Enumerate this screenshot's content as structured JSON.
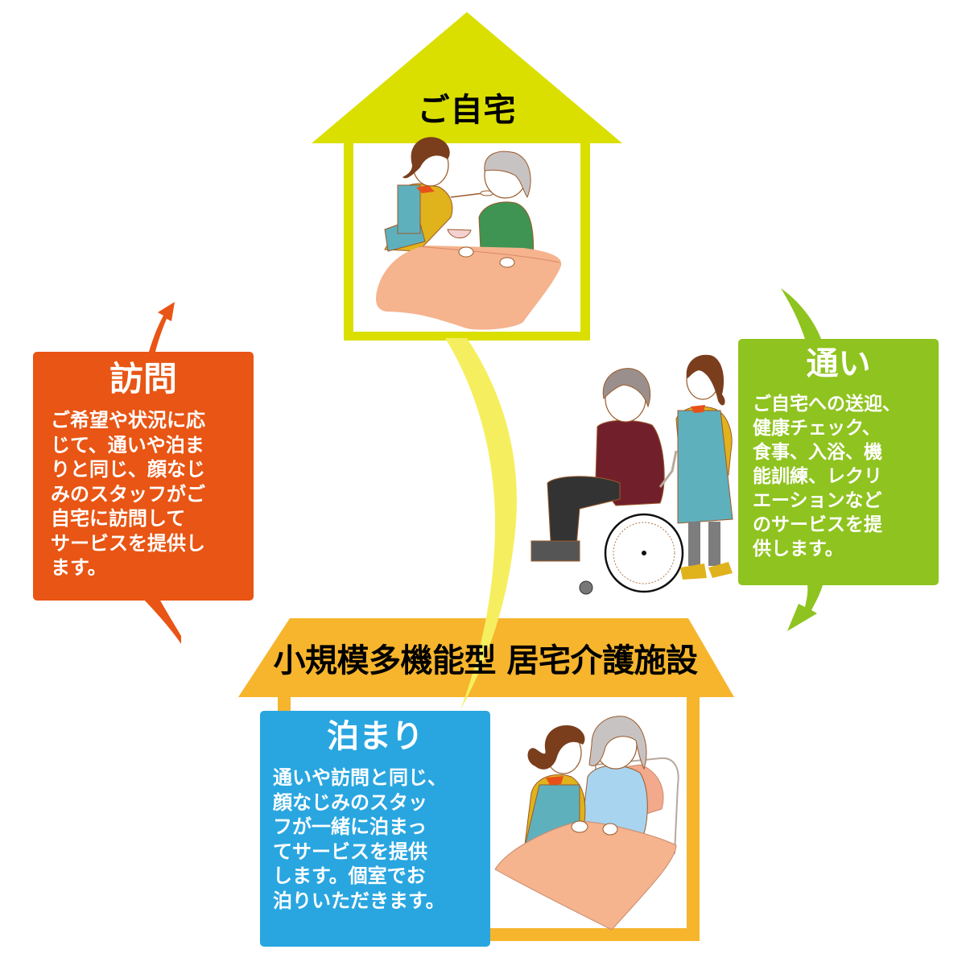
{
  "colors": {
    "home_roof": "#dadf00",
    "facility_roof": "#f6b52c",
    "visit": "#e85514",
    "day": "#8fc31f",
    "stay": "#29a6e0",
    "connector": "#f5ef5f",
    "blanket": "#f5b38e"
  },
  "home": {
    "title": "ご自宅",
    "illustration": "caregiver-feeding-elderly-person-in-bed"
  },
  "facility": {
    "title": "小規模多機能型 居宅介護施設"
  },
  "services": {
    "visit": {
      "title": "訪問",
      "lines": [
        "ご希望や状況に応",
        "じて、通いや泊ま",
        "りと同じ、顔なじ",
        "みのスタッフがご",
        "自宅に訪問して",
        "サービスを提供し",
        "ます。"
      ]
    },
    "day": {
      "title": "通い",
      "illustration": "caregiver-pushing-wheelchair",
      "lines": [
        "ご自宅への送迎、",
        "健康チェック、",
        "食事、入浴、機",
        "能訓練、レクリ",
        "エーションなど",
        "のサービスを提",
        "供します。"
      ]
    },
    "stay": {
      "title": "泊まり",
      "illustration": "caregiver-with-elderly-person-in-bed",
      "lines": [
        "通いや訪問と同じ、",
        "顔なじみのスタッ",
        "フが一緒に泊まっ",
        "てサービスを提供",
        "します。個室でお",
        "泊りいただきます。"
      ]
    }
  }
}
